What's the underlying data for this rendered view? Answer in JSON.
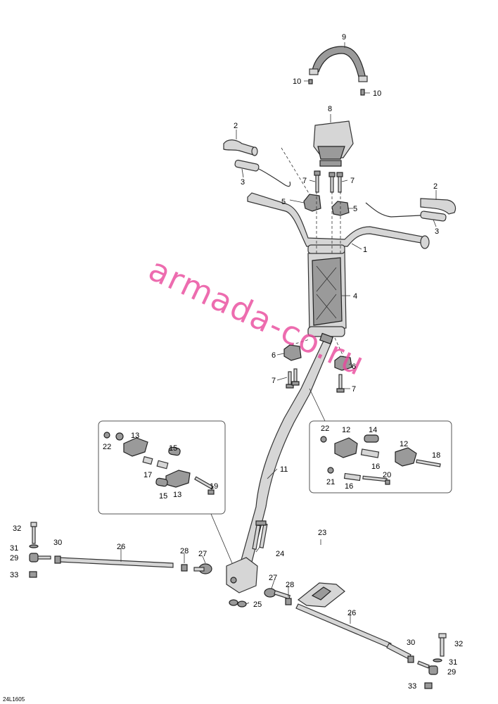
{
  "diagram": {
    "watermark": "armada-co.ru",
    "drawing_code": "24L1605",
    "callouts": {
      "c1": "1",
      "c2a": "2",
      "c2b": "2",
      "c3a": "3",
      "c3b": "3",
      "c4": "4",
      "c5a": "5",
      "c5b": "5",
      "c6a": "6",
      "c6b": "6",
      "c7a": "7",
      "c7b": "7",
      "c7c": "7",
      "c7d": "7",
      "c8": "8",
      "c9": "9",
      "c10a": "10",
      "c10b": "10",
      "c11": "11",
      "c12a": "12",
      "c12b": "12",
      "c13a": "13",
      "c13b": "13",
      "c14": "14",
      "c15a": "15",
      "c15b": "15",
      "c16a": "16",
      "c16b": "16",
      "c17": "17",
      "c18": "18",
      "c19": "19",
      "c20": "20",
      "c21": "21",
      "c22a": "22",
      "c22b": "22",
      "c23": "23",
      "c24": "24",
      "c25": "25",
      "c26a": "26",
      "c26b": "26",
      "c27a": "27",
      "c27b": "27",
      "c28a": "28",
      "c28b": "28",
      "c29a": "29",
      "c29b": "29",
      "c30a": "30",
      "c30b": "30",
      "c31a": "31",
      "c31b": "31",
      "c32a": "32",
      "c32b": "32",
      "c33a": "33",
      "c33b": "33"
    }
  }
}
